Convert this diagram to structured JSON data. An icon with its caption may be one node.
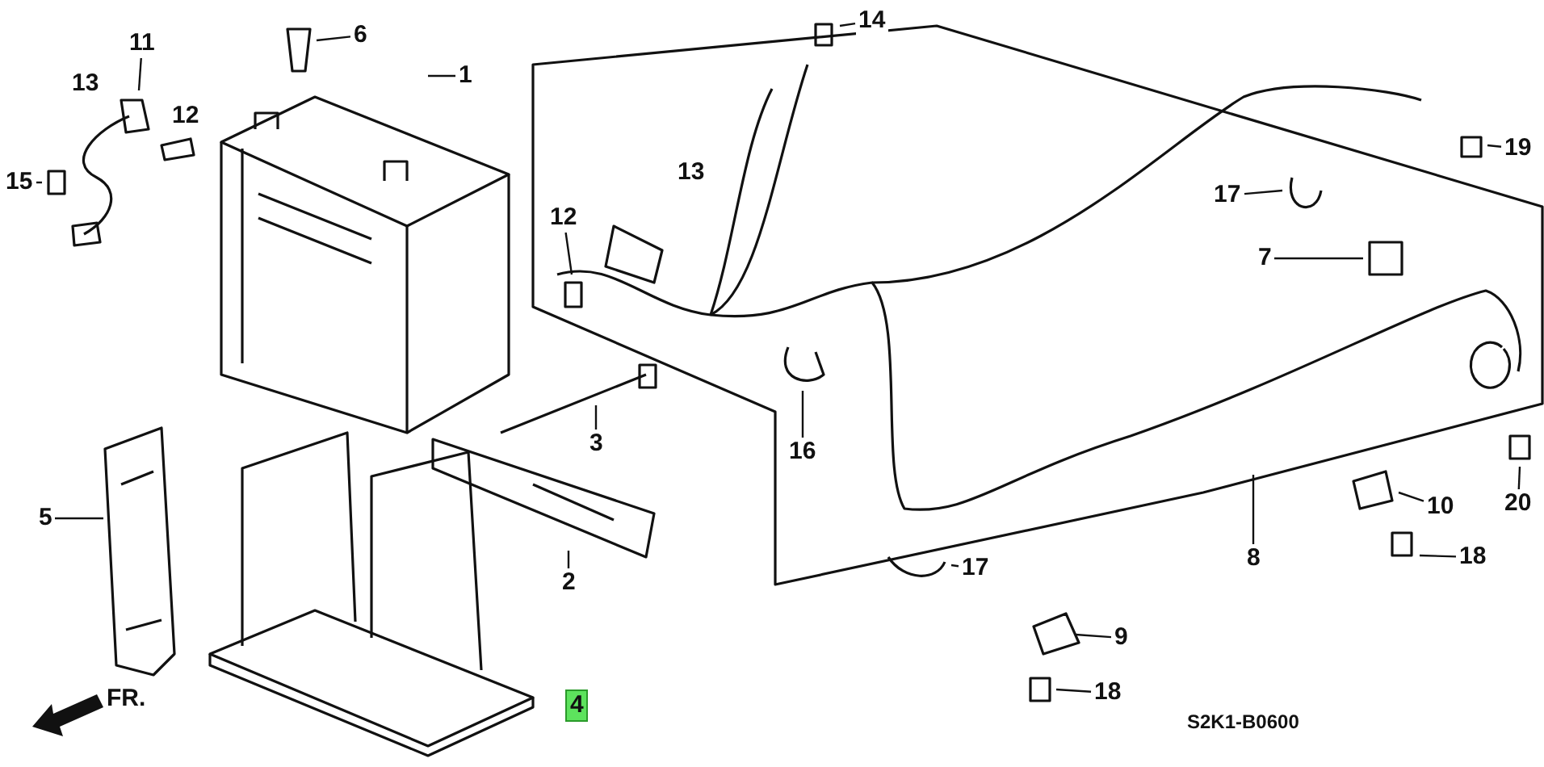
{
  "diagram": {
    "nodes": [
      {
        "text": [
          "6"
        ]
      },
      {
        "text": [
          "11"
        ]
      },
      {
        "text": [
          "1"
        ]
      },
      {
        "text": [
          "14"
        ]
      },
      {
        "text": [
          "13"
        ]
      },
      {
        "text": [
          "12"
        ]
      },
      {
        "text": [
          "19"
        ]
      },
      {
        "text": [
          "15"
        ]
      },
      {
        "text": [
          "13"
        ]
      },
      {
        "text": [
          "17"
        ]
      },
      {
        "text": [
          "12"
        ]
      },
      {
        "text": [
          "7"
        ]
      },
      {
        "text": [
          "3"
        ]
      },
      {
        "text": [
          "16"
        ]
      },
      {
        "text": [
          "5"
        ]
      },
      {
        "text": [
          "10"
        ]
      },
      {
        "text": [
          "20"
        ]
      },
      {
        "text": [
          "2"
        ]
      },
      {
        "text": [
          "8"
        ]
      },
      {
        "text": [
          "17"
        ]
      },
      {
        "text": [
          "18"
        ]
      },
      {
        "text": [
          "9"
        ]
      },
      {
        "text": [
          "4"
        ]
      },
      {
        "text": [
          "18"
        ]
      }
    ],
    "edges": [
      {
        "from": 0,
        "to": null,
        "arrow": "none"
      },
      {
        "from": 1,
        "to": null,
        "arrow": "none"
      },
      {
        "from": 2,
        "to": null,
        "arrow": "none"
      },
      {
        "from": 3,
        "to": null,
        "arrow": "none"
      },
      {
        "from": 6,
        "to": null,
        "arrow": "none"
      },
      {
        "from": 7,
        "to": null,
        "arrow": "none"
      },
      {
        "from": 9,
        "to": null,
        "arrow": "none"
      },
      {
        "from": 10,
        "to": null,
        "arrow": "none"
      },
      {
        "from": 11,
        "to": null,
        "arrow": "none"
      },
      {
        "from": 12,
        "to": null,
        "arrow": "none"
      },
      {
        "from": 13,
        "to": null,
        "arrow": "none"
      },
      {
        "from": 14,
        "to": null,
        "arrow": "none"
      },
      {
        "from": 15,
        "to": null,
        "arrow": "none"
      },
      {
        "from": 16,
        "to": null,
        "arrow": "none"
      },
      {
        "from": 17,
        "to": null,
        "arrow": "none"
      },
      {
        "from": 18,
        "to": null,
        "arrow": "none"
      },
      {
        "from": 19,
        "to": null,
        "arrow": "none"
      },
      {
        "from": 20,
        "to": null,
        "arrow": "none"
      },
      {
        "from": 21,
        "to": null,
        "arrow": "none"
      },
      {
        "from": 23,
        "to": null,
        "arrow": "none"
      }
    ],
    "labels": [
      "FR.",
      "S2K1-B0600"
    ]
  }
}
